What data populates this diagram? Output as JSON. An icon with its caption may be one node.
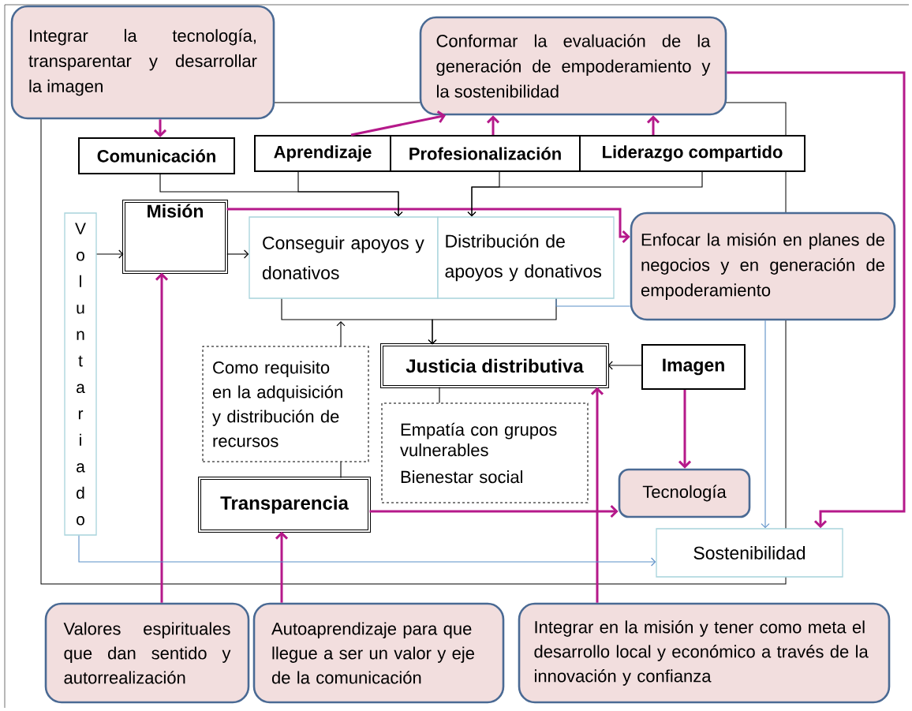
{
  "diagram": {
    "nodes": [
      {
        "text": [
          "Integrar la tecnología, transparentar y desarrollar la imagen"
        ]
      },
      {
        "text": [
          "Conformar la evaluación de la generación de empoderamiento y la sostenibilidad"
        ]
      },
      {
        "text": [
          "Comunicación"
        ]
      },
      {
        "text": [
          "Aprendizaje"
        ]
      },
      {
        "text": [
          "Profesionalización"
        ]
      },
      {
        "text": [
          "Liderazgo compartido"
        ]
      },
      {
        "text": [
          "V o l u n t a r i a d o"
        ]
      },
      {
        "text": [
          "Misión"
        ]
      },
      {
        "text": [
          "Conseguir apoyos y donativos"
        ]
      },
      {
        "text": [
          "Distribución de apoyos y donativos"
        ]
      },
      {
        "text": [
          "Enfocar la misión en planes de negocios y en generación de empoderamiento"
        ]
      },
      {
        "text": [
          "Como requisito en la adquisición y distribución de recursos"
        ]
      },
      {
        "text": [
          "Justicia distributiva"
        ]
      },
      {
        "text": [
          "Imagen"
        ]
      },
      {
        "text": [
          "Empatía con grupos vulnerables",
          "Bienestar social"
        ]
      },
      {
        "text": [
          "Transparencia"
        ]
      },
      {
        "text": [
          "Tecnología"
        ]
      },
      {
        "text": [
          "Sostenibilidad"
        ]
      },
      {
        "text": [
          "Valores espirituales que dan sentido y autorrealización"
        ]
      },
      {
        "text": [
          "Autoaprendizaje para que llegue a ser un valor y eje de la comunicación"
        ]
      },
      {
        "text": [
          "Integrar en la misión y tener como meta el desarrollo local y económico a través de la innovación y confianza"
        ]
      }
    ],
    "edges": [
      {
        "from": 0,
        "to": 2,
        "arrow": "to",
        "style": "thick",
        "color": "#b5198a"
      },
      {
        "from": 3,
        "to": 1,
        "arrow": "to",
        "style": "thick",
        "color": "#b5198a"
      },
      {
        "from": 4,
        "to": 1,
        "arrow": "to",
        "style": "thick",
        "color": "#b5198a"
      },
      {
        "from": 5,
        "to": 1,
        "arrow": "to",
        "style": "thick",
        "color": "#b5198a"
      },
      {
        "from": 1,
        "to": 17,
        "arrow": "to",
        "style": "thick",
        "color": "#b5198a"
      },
      {
        "from": 7,
        "to": 10,
        "arrow": "to",
        "style": "thick",
        "color": "#b5198a"
      },
      {
        "from": 18,
        "to": 7,
        "arrow": "to",
        "style": "thick",
        "color": "#b5198a"
      },
      {
        "from": 19,
        "to": 15,
        "arrow": "to",
        "style": "thick",
        "color": "#b5198a"
      },
      {
        "from": 20,
        "to": 12,
        "arrow": "to",
        "style": "thick",
        "color": "#b5198a"
      },
      {
        "from": 13,
        "to": 16,
        "arrow": "to",
        "style": "thick",
        "color": "#b5198a"
      },
      {
        "from": 15,
        "to": 16,
        "arrow": "to",
        "style": "thick",
        "color": "#b5198a"
      },
      {
        "from": 2,
        "to": 8,
        "arrow": "to"
      },
      {
        "from": 3,
        "to": 8,
        "arrow": "to"
      },
      {
        "from": 4,
        "to": 9,
        "arrow": "to"
      },
      {
        "from": 5,
        "to": 9,
        "arrow": "to"
      },
      {
        "from": 6,
        "to": 7,
        "arrow": "to"
      },
      {
        "from": 7,
        "to": 8,
        "arrow": "to"
      },
      {
        "from": 8,
        "to": 12,
        "arrow": "to"
      },
      {
        "from": 9,
        "to": 12,
        "arrow": "to"
      },
      {
        "from": 9,
        "to": 10,
        "arrow": "none",
        "color": "#5b8fc7"
      },
      {
        "from": 10,
        "to": 17,
        "arrow": "to",
        "color": "#5b8fc7"
      },
      {
        "from": 11,
        "to": null,
        "arrow": "to"
      },
      {
        "from": 12,
        "to": 14,
        "arrow": "none"
      },
      {
        "from": 15,
        "to": 11,
        "arrow": "none"
      },
      {
        "from": 13,
        "to": 12,
        "arrow": "to"
      },
      {
        "from": 6,
        "to": 17,
        "arrow": "to",
        "color": "#5b8fc7"
      }
    ]
  }
}
